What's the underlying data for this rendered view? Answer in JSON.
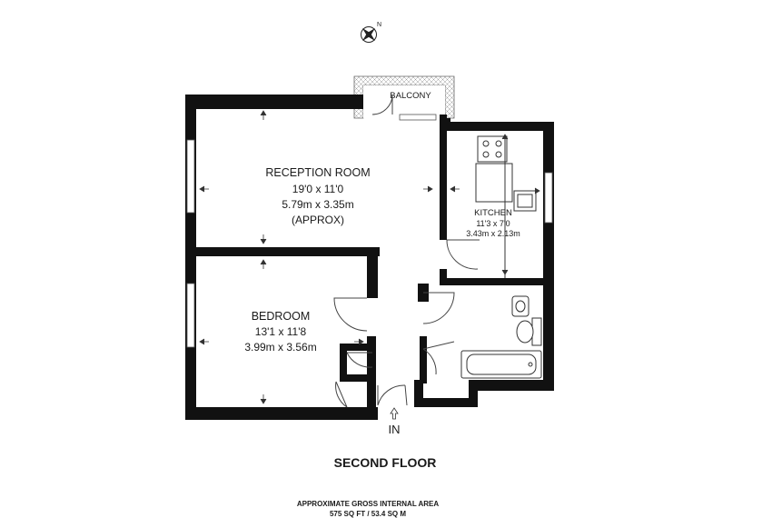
{
  "compass": {
    "label": "N",
    "icon": "compass-rose-icon"
  },
  "balcony": {
    "label": "BALCONY"
  },
  "reception": {
    "name": "RECEPTION ROOM",
    "dim_imperial": "19'0 x 11'0",
    "dim_metric": "5.79m x 3.35m",
    "note": "(APPROX)"
  },
  "kitchen": {
    "name": "KITCHEN",
    "dim_imperial": "11'3 x 7'0",
    "dim_metric": "3.43m x 2.13m"
  },
  "bedroom": {
    "name": "BEDROOM",
    "dim_imperial": "13'1 x 11'8",
    "dim_metric": "3.99m x 3.56m"
  },
  "entrance": {
    "label": "IN",
    "icon": "entrance-arrow-icon"
  },
  "floor": {
    "title": "SECOND FLOOR"
  },
  "area": {
    "heading": "APPROXIMATE GROSS INTERNAL AREA",
    "value": "575 SQ FT / 53.4 SQ M"
  },
  "colors": {
    "wall": "#111111",
    "line": "#333333",
    "background": "#ffffff"
  }
}
